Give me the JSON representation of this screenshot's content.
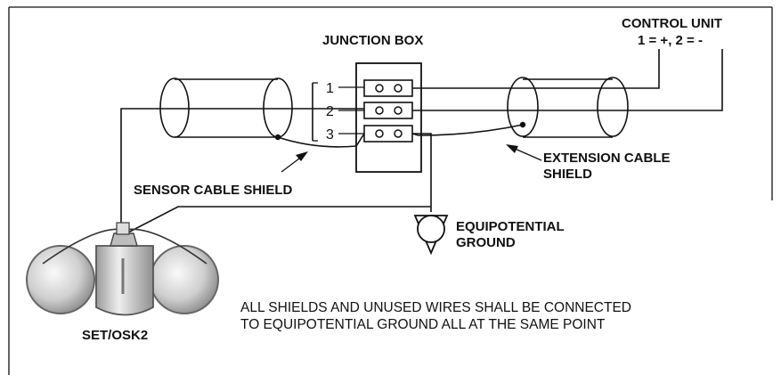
{
  "labels": {
    "junction_box": "JUNCTION BOX",
    "control_unit_line1": "CONTROL UNIT",
    "control_unit_line2": "1 = +,  2 = -",
    "terminal_1": "1",
    "terminal_2": "2",
    "terminal_3": "3",
    "extension_shield_line1": "EXTENSION CABLE",
    "extension_shield_line2": "SHIELD",
    "sensor_shield": "SENSOR CABLE SHIELD",
    "ground_line1": "EQUIPOTENTIAL",
    "ground_line2": "GROUND",
    "sensor_name": "SET/OSK2",
    "note_line1": "ALL SHIELDS AND UNUSED WIRES SHALL BE CONNECTED",
    "note_line2": "TO EQUIPOTENTIAL GROUND ALL AT THE SAME POINT"
  }
}
